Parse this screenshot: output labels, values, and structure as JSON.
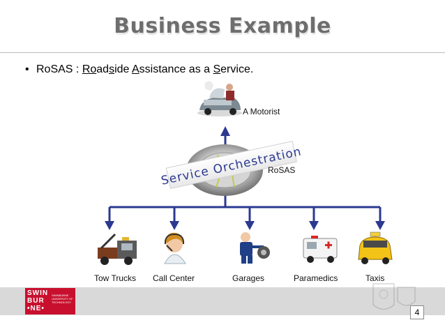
{
  "slide": {
    "title": "Business Example",
    "bullet": {
      "prefix": "RoSAS : ",
      "parts": [
        {
          "u": "Ro",
          "t": "ad"
        },
        {
          "u": "s",
          "t": "ide "
        },
        {
          "u": "A",
          "t": "ssistance as a "
        },
        {
          "u": "S",
          "t": "ervice."
        }
      ]
    }
  },
  "diagram": {
    "motorist_label": "A Motorist",
    "hub_banner": "Service Orchestration",
    "hub_label": "RoSAS",
    "services": [
      {
        "label": "Tow Trucks",
        "icon": "tow-truck-icon"
      },
      {
        "label": "Call Center",
        "icon": "call-center-operator-icon"
      },
      {
        "label": "Garages",
        "icon": "mechanic-icon"
      },
      {
        "label": "Paramedics",
        "icon": "ambulance-icon"
      },
      {
        "label": "Taxis",
        "icon": "taxi-icon"
      }
    ],
    "line_color": "#2b3990"
  },
  "footer": {
    "logo_lines": [
      "SWIN",
      "BUR",
      "•NE•"
    ],
    "logo_small": [
      "SWINBURNE",
      "UNIVERSITY OF",
      "TECHNOLOGY"
    ],
    "page_number": "4"
  }
}
